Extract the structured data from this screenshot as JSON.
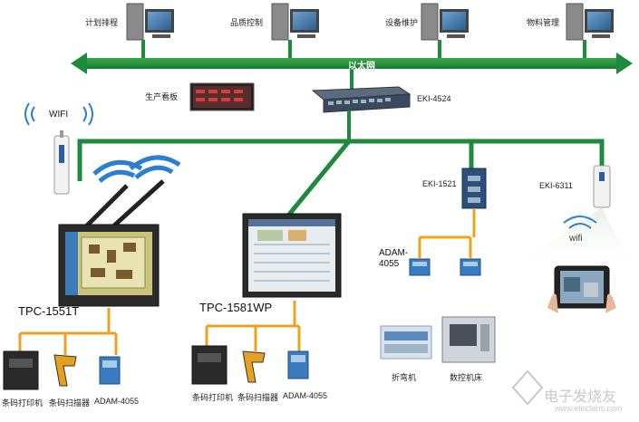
{
  "workstations": [
    {
      "label": "计划排程"
    },
    {
      "label": "品质控制"
    },
    {
      "label": "设备维护"
    },
    {
      "label": "物料管理"
    }
  ],
  "ethernet": {
    "label": "以太网"
  },
  "board": {
    "label": "生产看板"
  },
  "switch": {
    "label": "EKI-4524"
  },
  "wifi_ap": {
    "label": "WIFI"
  },
  "panels": [
    {
      "label": "TPC-1551T"
    },
    {
      "label": "TPC-1581WP"
    }
  ],
  "gateway": {
    "label": "EKI-1521"
  },
  "ap_6311": {
    "label": "EKI-6311"
  },
  "adam_group": {
    "label_line1": "ADAM-",
    "label_line2": "4055"
  },
  "wifi_cone": {
    "label": "wifi"
  },
  "peripherals_left": [
    "条码打印机",
    "条码扫描器",
    "ADAM-4055"
  ],
  "peripherals_mid": [
    "条码打印机",
    "条码扫描器",
    "ADAM-4055"
  ],
  "machines": [
    {
      "label": "折弯机"
    },
    {
      "label": "数控机床"
    }
  ],
  "watermark": {
    "text": "电子发烧友",
    "url": "www.elecfans.com"
  },
  "colors": {
    "network_green": "#1f8a3c",
    "serial_orange": "#f0a020",
    "wifi_blue": "#2a7fd0"
  }
}
